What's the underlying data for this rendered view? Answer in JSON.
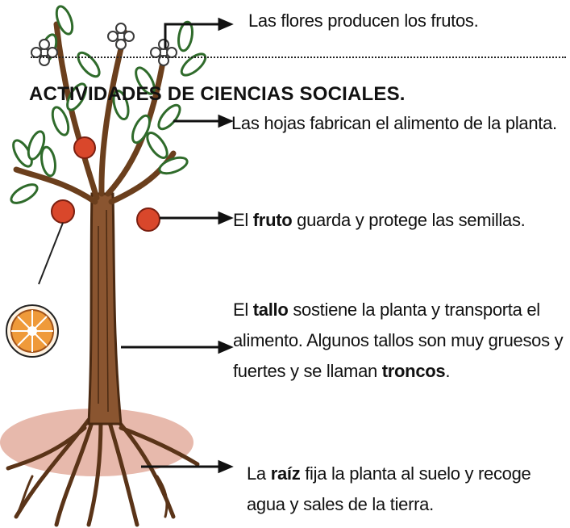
{
  "heading": "ACTIVIDADES DE CIENCIAS SOCIALES.",
  "labels": {
    "flores": "Las flores producen los frutos.",
    "hojas": "Las hojas fabrican el alimento de la planta.",
    "fruto_pre": "El ",
    "fruto_bold": "fruto",
    "fruto_post": " guarda y protege las semillas.",
    "tallo_pre": "El ",
    "tallo_bold": "tallo",
    "tallo_mid": " sostiene la planta y transporta el alimento. Algunos tallos son muy gruesos y fuertes y se llaman ",
    "tallo_bold2": "troncos",
    "tallo_post": ".",
    "raiz_pre": "La ",
    "raiz_bold": "raíz",
    "raiz_post": " fija la planta al suelo y recoge agua y sales de la tierra."
  },
  "colors": {
    "trunk": "#8a5530",
    "soil": "#e7b9ac",
    "fruit": "#d9472b",
    "leaf": "#2f6b2b",
    "orange_slice": "#ef9a3a"
  }
}
